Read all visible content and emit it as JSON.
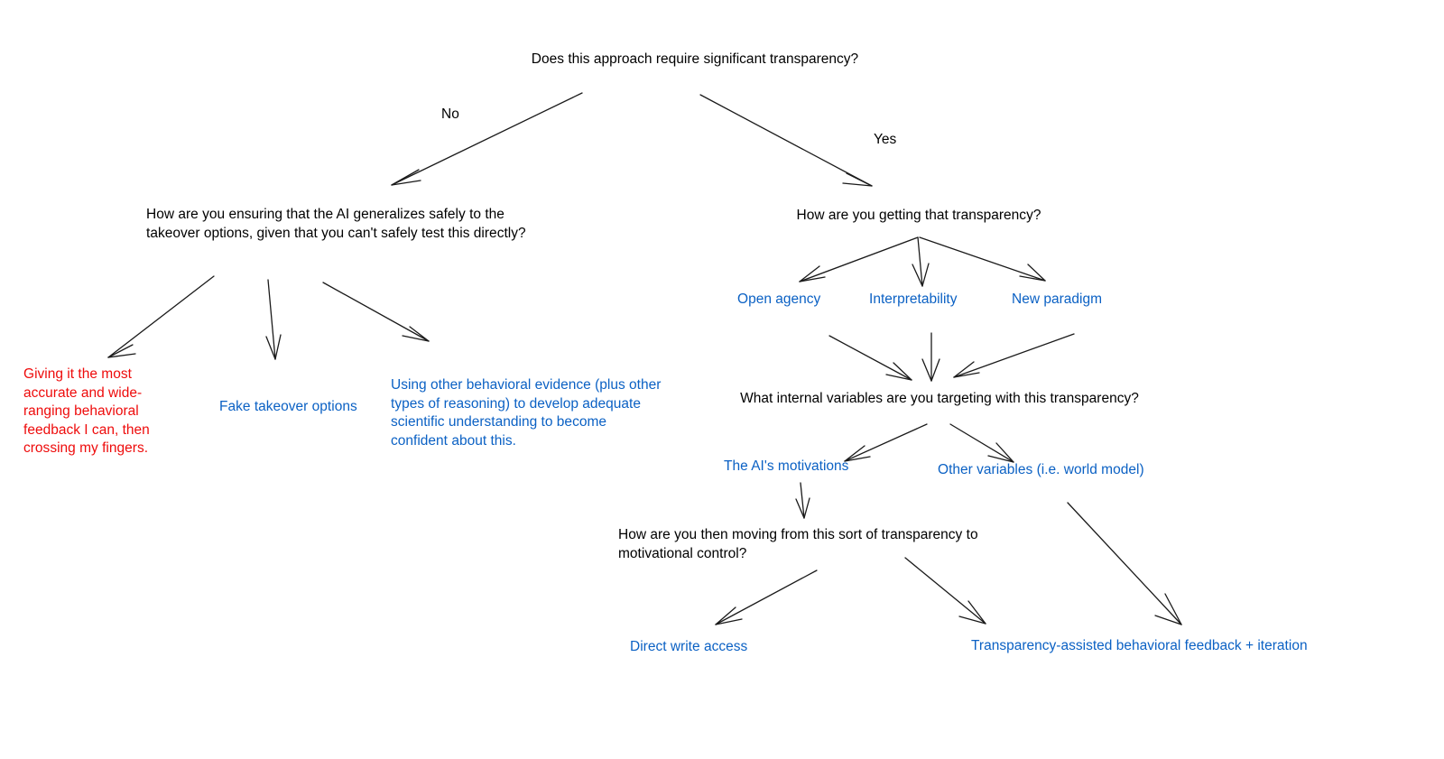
{
  "diagram": {
    "title": "Does this approach require significant transparency?",
    "colors": {
      "question": "#000000",
      "answer_blue": "#0b61c4",
      "answer_red": "#ee0b0b",
      "edge": "#1a1a1a",
      "background": "#ffffff"
    },
    "edge_labels": {
      "no": "No",
      "yes": "Yes"
    },
    "nodes": {
      "root_question": "Does this approach require significant transparency?",
      "left_question": "How are you ensuring that the AI generalizes safely to the takeover options, given that you can't safely test this directly?",
      "left_answer_red": "Giving it the most accurate and wide-ranging behavioral feedback I can, then crossing my fingers.",
      "left_answer_fake": "Fake takeover options",
      "left_answer_evidence": "Using other behavioral evidence (plus other types of reasoning) to develop adequate scientific understanding to become confident about this.",
      "right_question": "How are you getting that transparency?",
      "right_open_agency": "Open agency",
      "right_interpretability": "Interpretability",
      "right_new_paradigm": "New paradigm",
      "internal_vars_question": "What internal variables are you targeting with this transparency?",
      "ai_motivations": "The AI's motivations",
      "other_variables": "Other variables (i.e. world model)",
      "motivational_control_question": "How are you then moving from this sort of transparency to motivational control?",
      "direct_write_access": "Direct write access",
      "transparency_assisted": "Transparency-assisted behavioral feedback + iteration"
    }
  }
}
